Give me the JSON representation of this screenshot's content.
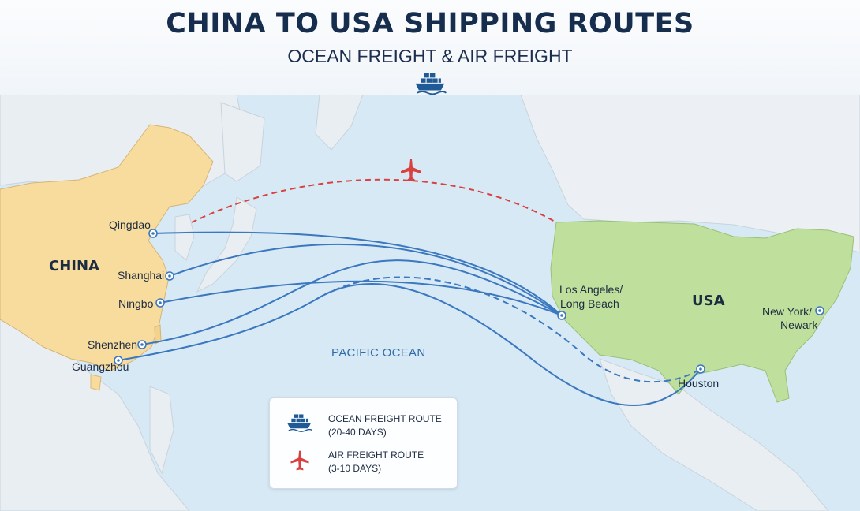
{
  "header": {
    "title": "CHINA TO USA SHIPPING ROUTES",
    "subtitle": "OCEAN FREIGHT & AIR FREIGHT"
  },
  "countries": {
    "china": "CHINA",
    "usa": "USA"
  },
  "ocean_label": "PACIFIC OCEAN",
  "ports_china": [
    "Qingdao",
    "Shanghai",
    "Ningbo",
    "Shenzhen",
    "Guangzhou"
  ],
  "ports_usa": {
    "la_line1": "Los Angeles/",
    "la_line2": "Long Beach",
    "ny_line1": "New York/",
    "ny_line2": "Newark",
    "houston": "Houston"
  },
  "legend": {
    "ocean_line1": "OCEAN FREIGHT ROUTE",
    "ocean_line2": "(20-40 DAYS)",
    "air_line1": "AIR FREIGHT ROUTE",
    "air_line2": "(3-10 DAYS)"
  },
  "colors": {
    "ocean_route": "#3b78bf",
    "air_route": "#d8413f",
    "china_fill": "#f8dc9e",
    "usa_fill": "#bfdf9c",
    "title": "#172d4e"
  },
  "icons": {
    "ship": "cargo-ship-icon",
    "plane": "airplane-icon"
  }
}
